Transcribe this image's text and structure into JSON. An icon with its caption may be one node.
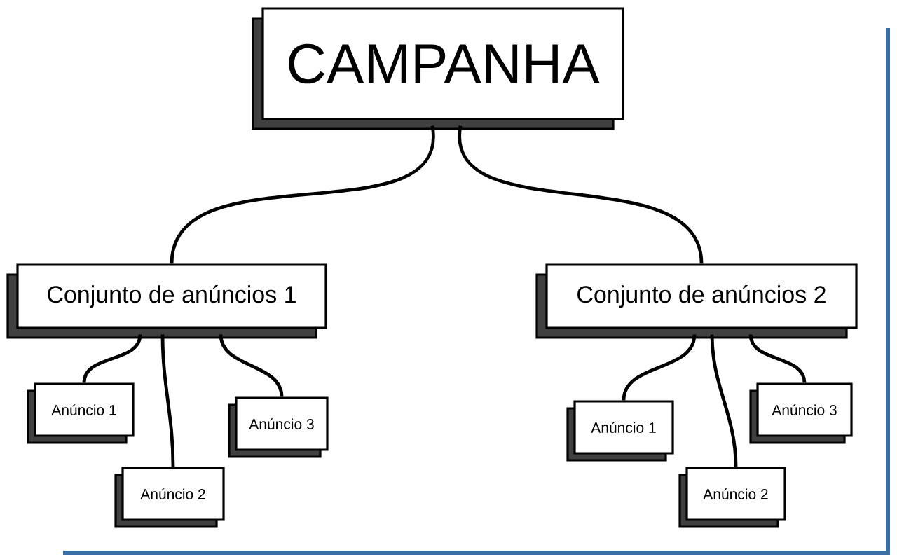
{
  "diagram": {
    "nodes": [
      {
        "text": [
          "CAMPANHA"
        ]
      },
      {
        "text": [
          "Conjunto de anúncios 1"
        ]
      },
      {
        "text": [
          "Conjunto de anúncios 2"
        ]
      },
      {
        "text": [
          "Anúncio 1"
        ]
      },
      {
        "text": [
          "Anúncio 2"
        ]
      },
      {
        "text": [
          "Anúncio 3"
        ]
      },
      {
        "text": [
          "Anúncio 1"
        ]
      },
      {
        "text": [
          "Anúncio 2"
        ]
      },
      {
        "text": [
          "Anúncio 3"
        ]
      }
    ],
    "edges": [
      {
        "from": 0,
        "to": 1,
        "arrow": "none"
      },
      {
        "from": 0,
        "to": 2,
        "arrow": "none"
      },
      {
        "from": 1,
        "to": 3,
        "arrow": "none"
      },
      {
        "from": 1,
        "to": 4,
        "arrow": "none"
      },
      {
        "from": 1,
        "to": 5,
        "arrow": "none"
      },
      {
        "from": 2,
        "to": 6,
        "arrow": "none"
      },
      {
        "from": 2,
        "to": 7,
        "arrow": "none"
      },
      {
        "from": 2,
        "to": 8,
        "arrow": "none"
      }
    ]
  }
}
